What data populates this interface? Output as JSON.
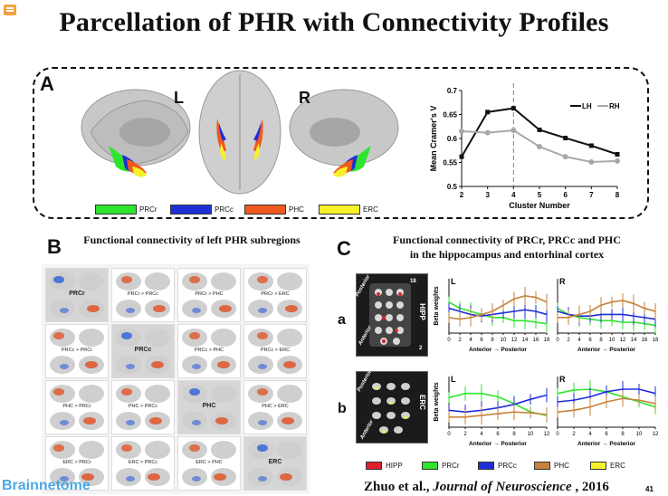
{
  "title": "Parcellation of PHR with Connectivity Profiles",
  "panel_a": {
    "letter": "A",
    "hemi_left": "L",
    "hemi_right": "R",
    "legend": [
      {
        "label": "PRCr",
        "color": "#2ee52e"
      },
      {
        "label": "PRCc",
        "color": "#1f2fd8"
      },
      {
        "label": "PHC",
        "color": "#f05a1e"
      },
      {
        "label": "ERC",
        "color": "#f7f12a"
      }
    ]
  },
  "chart_data": [
    {
      "type": "line",
      "xlabel": "Cluster Number",
      "ylabel": "Mean Cramer's V",
      "x": [
        2,
        3,
        4,
        5,
        6,
        7,
        8
      ],
      "ylim": [
        0.5,
        0.7
      ],
      "yticks": [
        "0.5",
        "0.55",
        "0.6",
        "0.65",
        "0.7"
      ],
      "xticks": [
        "2",
        "3",
        "4",
        "5",
        "6",
        "7",
        "8"
      ],
      "highlight_x": 4,
      "legend_position": "top-right",
      "series": [
        {
          "name": "LH",
          "color": "#111111",
          "values": [
            0.562,
            0.655,
            0.663,
            0.618,
            0.601,
            0.585,
            0.567
          ]
        },
        {
          "name": "RH",
          "color": "#a8a8a8",
          "values": [
            0.615,
            0.612,
            0.617,
            0.583,
            0.562,
            0.551,
            0.553
          ]
        }
      ]
    },
    {
      "type": "line",
      "panel": "C-a-L",
      "ylabel": "Beta weights",
      "xlabel": "Anterior → Posterior",
      "xticks": [
        "0",
        "2",
        "4",
        "6",
        "8",
        "10",
        "12",
        "14",
        "16",
        "18"
      ],
      "series": [
        {
          "name": "PRCr",
          "color": "#2ee52e",
          "values": [
            0.3,
            0.26,
            0.24,
            0.22,
            0.2,
            0.2,
            0.18,
            0.18,
            0.17,
            0.16
          ]
        },
        {
          "name": "PRCc",
          "color": "#1f2fd8",
          "values": [
            0.26,
            0.24,
            0.22,
            0.21,
            0.22,
            0.23,
            0.24,
            0.25,
            0.24,
            0.22
          ]
        },
        {
          "name": "PHC",
          "color": "#c6823a",
          "values": [
            0.2,
            0.19,
            0.2,
            0.22,
            0.24,
            0.28,
            0.32,
            0.34,
            0.33,
            0.3
          ]
        }
      ]
    },
    {
      "type": "line",
      "panel": "C-a-R",
      "xlabel": "Anterior → Posterior",
      "xticks": [
        "0",
        "2",
        "4",
        "6",
        "8",
        "10",
        "12",
        "14",
        "16",
        "18"
      ],
      "series": [
        {
          "name": "PRCr",
          "color": "#2ee52e",
          "values": [
            0.26,
            0.22,
            0.2,
            0.19,
            0.18,
            0.18,
            0.17,
            0.17,
            0.16,
            0.15
          ]
        },
        {
          "name": "PRCc",
          "color": "#1f2fd8",
          "values": [
            0.24,
            0.22,
            0.21,
            0.21,
            0.22,
            0.22,
            0.22,
            0.21,
            0.2,
            0.19
          ]
        },
        {
          "name": "PHC",
          "color": "#c6823a",
          "values": [
            0.2,
            0.2,
            0.22,
            0.24,
            0.28,
            0.3,
            0.31,
            0.29,
            0.26,
            0.24
          ]
        }
      ]
    },
    {
      "type": "line",
      "panel": "C-b-L",
      "ylabel": "Beta weights",
      "xlabel": "Anterior → Posterior",
      "xticks": [
        "0",
        "2",
        "4",
        "6",
        "8",
        "10",
        "12"
      ],
      "series": [
        {
          "name": "PRCr",
          "color": "#2ee52e",
          "values": [
            0.45,
            0.5,
            0.5,
            0.46,
            0.38,
            0.28,
            0.24
          ]
        },
        {
          "name": "PRCc",
          "color": "#1f2fd8",
          "values": [
            0.3,
            0.28,
            0.3,
            0.33,
            0.37,
            0.43,
            0.48
          ]
        },
        {
          "name": "PHC",
          "color": "#c6823a",
          "values": [
            0.22,
            0.22,
            0.24,
            0.26,
            0.28,
            0.27,
            0.25
          ]
        }
      ]
    },
    {
      "type": "line",
      "panel": "C-b-R",
      "xlabel": "Anterior → Posterior",
      "xticks": [
        "0",
        "2",
        "4",
        "6",
        "8",
        "10",
        "12"
      ],
      "series": [
        {
          "name": "PRCr",
          "color": "#2ee52e",
          "values": [
            0.5,
            0.54,
            0.55,
            0.52,
            0.46,
            0.4,
            0.34
          ]
        },
        {
          "name": "PRCc",
          "color": "#1f2fd8",
          "values": [
            0.4,
            0.42,
            0.46,
            0.52,
            0.55,
            0.55,
            0.5
          ]
        },
        {
          "name": "PHC",
          "color": "#c6823a",
          "values": [
            0.28,
            0.3,
            0.34,
            0.4,
            0.44,
            0.42,
            0.38
          ]
        }
      ]
    }
  ],
  "panel_b": {
    "letter": "B",
    "heading": "Functional connectivity of left PHR subregions",
    "cells": [
      [
        "PRCr",
        "PRCr > PRCc",
        "PRCr > PHC",
        "PRCr > ERC"
      ],
      [
        "PRCc > PRCr",
        "PRCc",
        "PRCc > PHC",
        "PRCc > ERC"
      ],
      [
        "PHC > PRCr",
        "PHC > PRCc",
        "PHC",
        "PHC > ERC"
      ],
      [
        "ERC > PRCr",
        "ERC > PRCc",
        "ERC > PHC",
        "ERC"
      ]
    ]
  },
  "panel_c": {
    "letter": "C",
    "heading_line1": "Functional connectivity of PRCr, PRCc and PHC",
    "heading_line2": "in the hippocampus and entorhinal cortex",
    "row_a": "a",
    "row_b": "b",
    "hipp_label": "HIPP",
    "erc_label": "ERC",
    "anterior": "Anterior",
    "posterior": "Posterior",
    "slice_top": "18",
    "slice_bottom": "2",
    "L": "L",
    "R": "R",
    "bottom_legend": [
      {
        "label": "HIPP",
        "color": "#e0202a"
      },
      {
        "label": "PRCr",
        "color": "#2ee52e"
      },
      {
        "label": "PRCc",
        "color": "#1f2fd8"
      },
      {
        "label": "PHC",
        "color": "#c6823a"
      },
      {
        "label": "ERC",
        "color": "#f7f12a"
      }
    ]
  },
  "footer": {
    "author": "Zhuo et al.,",
    "journal": "Journal of Neuroscience",
    "year": ", 2016",
    "page": "41",
    "logo": "Brainnetome"
  }
}
